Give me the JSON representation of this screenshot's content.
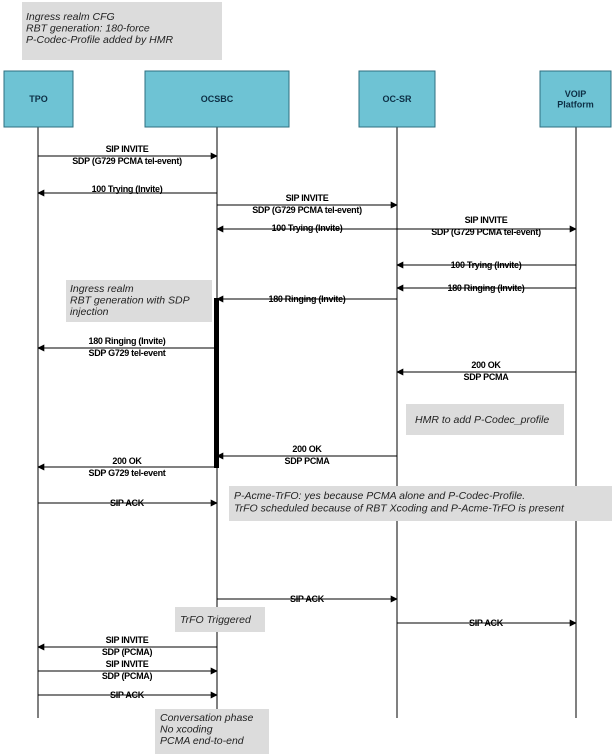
{
  "actors": [
    {
      "id": "tpo",
      "label_lines": [
        "TPO"
      ]
    },
    {
      "id": "ocsbc",
      "label_lines": [
        "OCSBC"
      ]
    },
    {
      "id": "ocsr",
      "label_lines": [
        "OC-SR"
      ]
    },
    {
      "id": "voip",
      "label_lines": [
        "VOIP",
        "Platform"
      ]
    }
  ],
  "notes": [
    {
      "id": "ingress-cfg",
      "lines": [
        "Ingress realm CFG",
        "RBT generation: 180-force",
        "P-Codec-Profile added by HMR"
      ]
    },
    {
      "id": "rbt-sdp",
      "lines": [
        "Ingress realm",
        "RBT generation with SDP",
        "injection"
      ]
    },
    {
      "id": "hmr-codec",
      "lines": [
        "HMR to add P-Codec_profile"
      ]
    },
    {
      "id": "trfo-acme",
      "lines": [
        "P-Acme-TrFO: yes because PCMA alone and P-Codec-Profile.",
        "TrFO scheduled because of RBT Xcoding and P-Acme-TrFO is present"
      ]
    },
    {
      "id": "trfo-triggered",
      "lines": [
        "TrFO Triggered"
      ]
    },
    {
      "id": "conversation",
      "lines": [
        "Conversation phase",
        "No xcoding",
        "PCMA end-to-end"
      ]
    }
  ],
  "messages": [
    {
      "from": "tpo",
      "to": "ocsbc",
      "lines": [
        "SIP INVITE",
        "SDP (G729 PCMA tel-event)"
      ]
    },
    {
      "from": "ocsbc",
      "to": "tpo",
      "lines": [
        "100 Trying (Invite)"
      ]
    },
    {
      "from": "ocsbc",
      "to": "ocsr",
      "lines": [
        "SIP INVITE",
        "SDP (G729 PCMA tel-event)"
      ]
    },
    {
      "from": "ocsr",
      "to": "ocsbc",
      "lines": [
        "100 Trying (Invite)"
      ]
    },
    {
      "from": "ocsr",
      "to": "voip",
      "lines": [
        "SIP INVITE",
        "SDP (G729 PCMA tel-event)"
      ]
    },
    {
      "from": "voip",
      "to": "ocsr",
      "lines": [
        "100 Trying (Invite)"
      ]
    },
    {
      "from": "voip",
      "to": "ocsr",
      "lines": [
        "180 Ringing (Invite)"
      ]
    },
    {
      "from": "ocsr",
      "to": "ocsbc",
      "lines": [
        "180 Ringing (Invite)"
      ]
    },
    {
      "from": "ocsbc",
      "to": "tpo",
      "lines": [
        "180 Ringing (Invite)",
        "SDP G729 tel-event"
      ]
    },
    {
      "from": "voip",
      "to": "ocsr",
      "lines": [
        "200 OK",
        "SDP PCMA"
      ]
    },
    {
      "from": "ocsr",
      "to": "ocsbc",
      "lines": [
        "200 OK",
        "SDP PCMA"
      ]
    },
    {
      "from": "ocsbc",
      "to": "tpo",
      "lines": [
        "200 OK",
        "SDP G729 tel-event"
      ]
    },
    {
      "from": "tpo",
      "to": "ocsbc",
      "lines": [
        "SIP ACK"
      ]
    },
    {
      "from": "ocsbc",
      "to": "ocsr",
      "lines": [
        "SIP ACK"
      ]
    },
    {
      "from": "ocsr",
      "to": "voip",
      "lines": [
        "SIP ACK"
      ]
    },
    {
      "from": "ocsbc",
      "to": "tpo",
      "lines": [
        "SIP INVITE",
        "SDP (PCMA)"
      ]
    },
    {
      "from": "tpo",
      "to": "ocsbc",
      "lines": [
        "SIP INVITE",
        "SDP (PCMA)"
      ]
    },
    {
      "from": "tpo",
      "to": "ocsbc",
      "lines": [
        "SIP ACK"
      ]
    }
  ],
  "colors": {
    "actor_fill": "#6ec3d4",
    "actor_stroke": "#2e6f80",
    "note_fill": "#dcdcdc",
    "line": "#000000"
  }
}
